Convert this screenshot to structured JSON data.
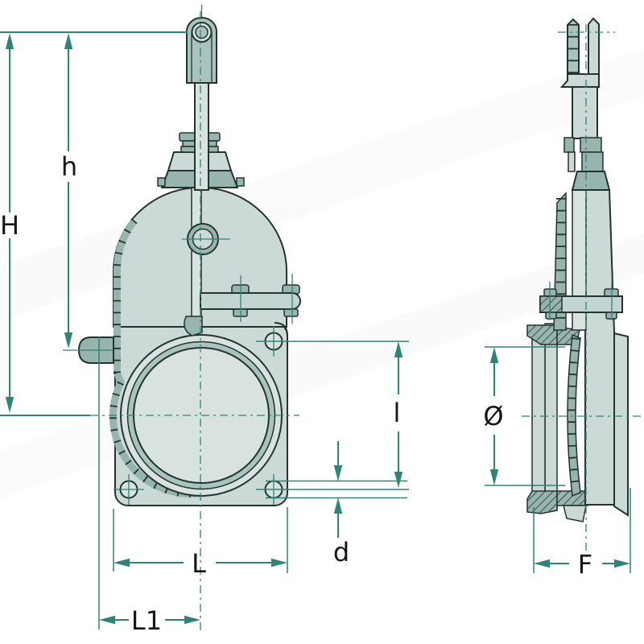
{
  "drawing": {
    "kind": "gate-valve two-view technical dimension drawing",
    "labels": {
      "H": "H",
      "h": "h",
      "l": "l",
      "d": "d",
      "L": "L",
      "L1": "L1",
      "diameter": "Ø",
      "F": "F"
    },
    "colors": {
      "dim": "#2E8476",
      "label": "#161616",
      "outline": "#24332F",
      "body_light": "#CBDAD6",
      "body_lighter": "#D8E3DF",
      "body_mid": "#A9C4BF",
      "body_dark": "#96B5AE",
      "bar": "#C2D5D0",
      "bg": "#FFFFFF"
    }
  }
}
